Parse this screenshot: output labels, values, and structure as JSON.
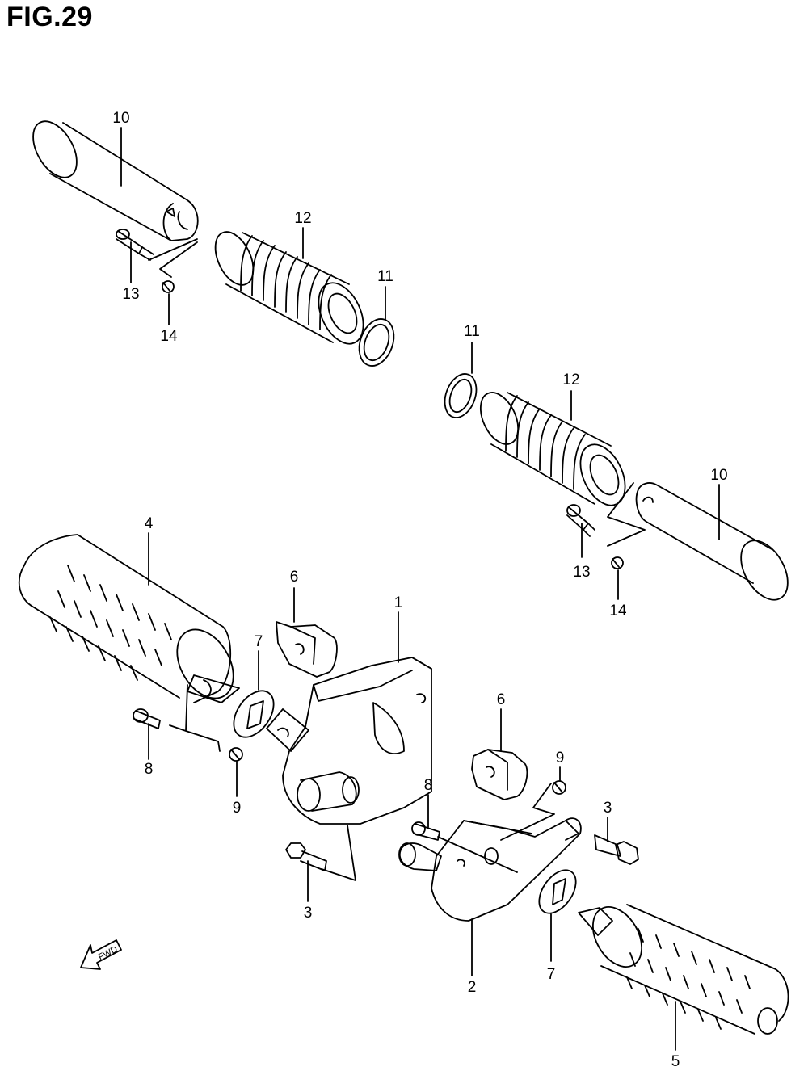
{
  "figure": {
    "title": "FIG.29",
    "fwd_label": "FWD"
  },
  "callouts": [
    {
      "id": "c10a",
      "label": "10"
    },
    {
      "id": "c12a",
      "label": "12"
    },
    {
      "id": "c11a",
      "label": "11"
    },
    {
      "id": "c13a",
      "label": "13"
    },
    {
      "id": "c14a",
      "label": "14"
    },
    {
      "id": "c11b",
      "label": "11"
    },
    {
      "id": "c12b",
      "label": "12"
    },
    {
      "id": "c10b",
      "label": "10"
    },
    {
      "id": "c13b",
      "label": "13"
    },
    {
      "id": "c14b",
      "label": "14"
    },
    {
      "id": "c4",
      "label": "4"
    },
    {
      "id": "c6a",
      "label": "6"
    },
    {
      "id": "c1",
      "label": "1"
    },
    {
      "id": "c7a",
      "label": "7"
    },
    {
      "id": "c8a",
      "label": "8"
    },
    {
      "id": "c9a",
      "label": "9"
    },
    {
      "id": "c3a",
      "label": "3"
    },
    {
      "id": "c6b",
      "label": "6"
    },
    {
      "id": "c9b",
      "label": "9"
    },
    {
      "id": "c8b",
      "label": "8"
    },
    {
      "id": "c3b",
      "label": "3"
    },
    {
      "id": "c2",
      "label": "2"
    },
    {
      "id": "c7b",
      "label": "7"
    },
    {
      "id": "c5",
      "label": "5"
    }
  ]
}
